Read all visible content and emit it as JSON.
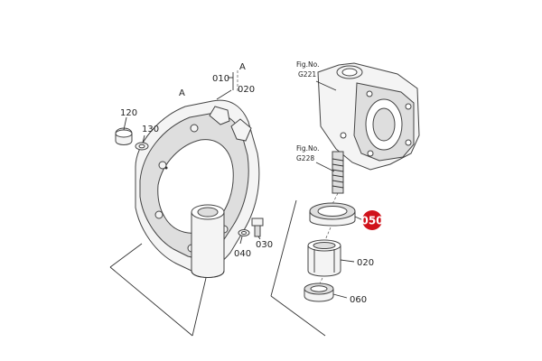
{
  "callouts": {
    "c010": "010",
    "cA_top": "A",
    "c020_top": "020",
    "cA_housing": "A",
    "c120": "120",
    "c130": "130",
    "c040": "040",
    "c030": "030",
    "c020": "020",
    "c060": "060",
    "c050": "050"
  },
  "figure_refs": {
    "fig1_title": "Fig.No.",
    "fig1_num": "G221",
    "fig2_title": "Fig.No.",
    "fig2_num": "G228"
  },
  "colors": {
    "highlight_badge": "#d0121b"
  }
}
